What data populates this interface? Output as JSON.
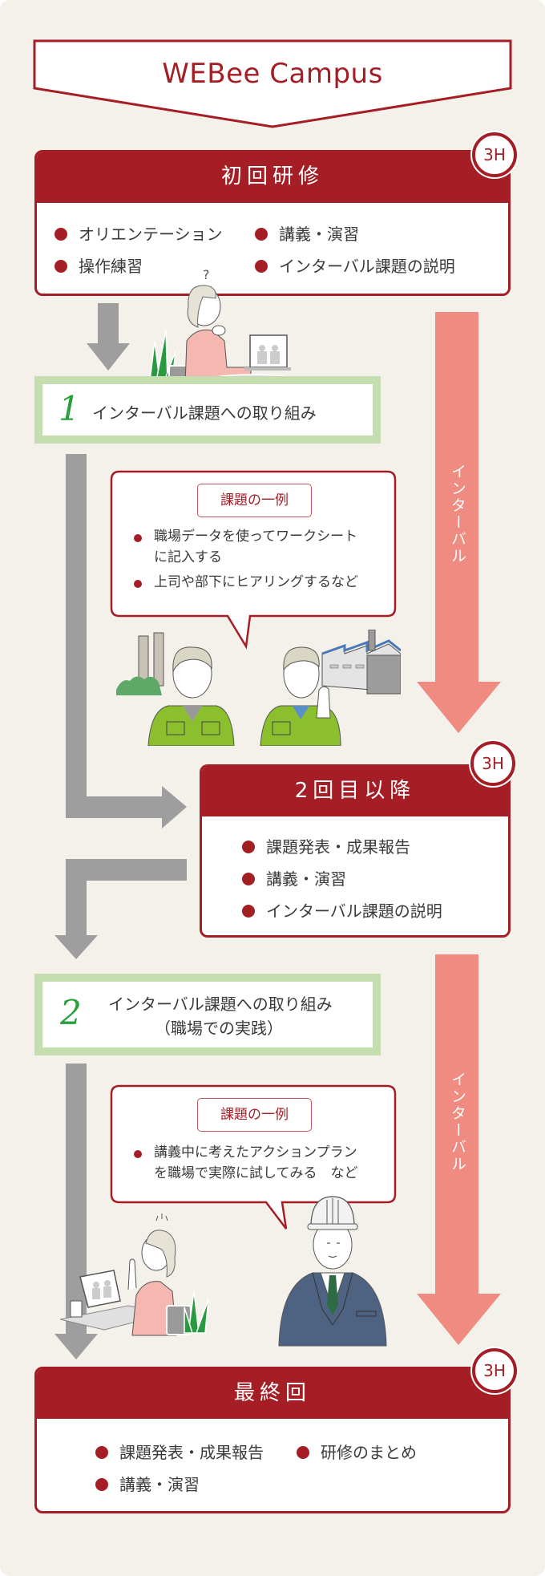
{
  "banner": {
    "title": "WEBee Campus"
  },
  "colors": {
    "brand_red": "#a51e25",
    "interval_pink": "#ef8b80",
    "flow_gray": "#9e9e9e",
    "task_green": "#c4deb0",
    "numeral_green": "#28a03c",
    "background": "#f4f1ea"
  },
  "sessions": [
    {
      "title": "初回研修",
      "duration": "3H",
      "items": [
        "オリエンテーション",
        "講義・演習",
        "操作練習",
        "インターバル課題の説明"
      ]
    },
    {
      "title": "2回目以降",
      "duration": "3H",
      "items": [
        "課題発表・成果報告",
        "講義・演習",
        "インターバル課題の説明"
      ]
    },
    {
      "title": "最終回",
      "duration": "3H",
      "items": [
        "課題発表・成果報告",
        "研修のまとめ",
        "講義・演習"
      ]
    }
  ],
  "tasks": [
    {
      "number": "1",
      "title": "インターバル課題への取り組み",
      "subtitle": ""
    },
    {
      "number": "2",
      "title": "インターバル課題への取り組み",
      "subtitle": "（職場での実践）"
    }
  ],
  "examples": [
    {
      "label": "課題の一例",
      "items": [
        {
          "line1": "職場データを使ってワークシート",
          "line2": "に記入する"
        },
        {
          "line1": "上司や部下にヒアリングするなど",
          "line2": ""
        }
      ]
    },
    {
      "label": "課題の一例",
      "items": [
        {
          "line1": "講義中に考えたアクションプラン",
          "line2": "を職場で実際に試してみる　など"
        }
      ]
    }
  ],
  "interval_label": "インターバル",
  "icons": {
    "illustration_1": "woman-thinking-laptop-icon",
    "illustration_2": "factory-workers-icon",
    "illustration_3": "woman-idea-laptop-icon",
    "illustration_4": "helmet-manager-icon"
  }
}
